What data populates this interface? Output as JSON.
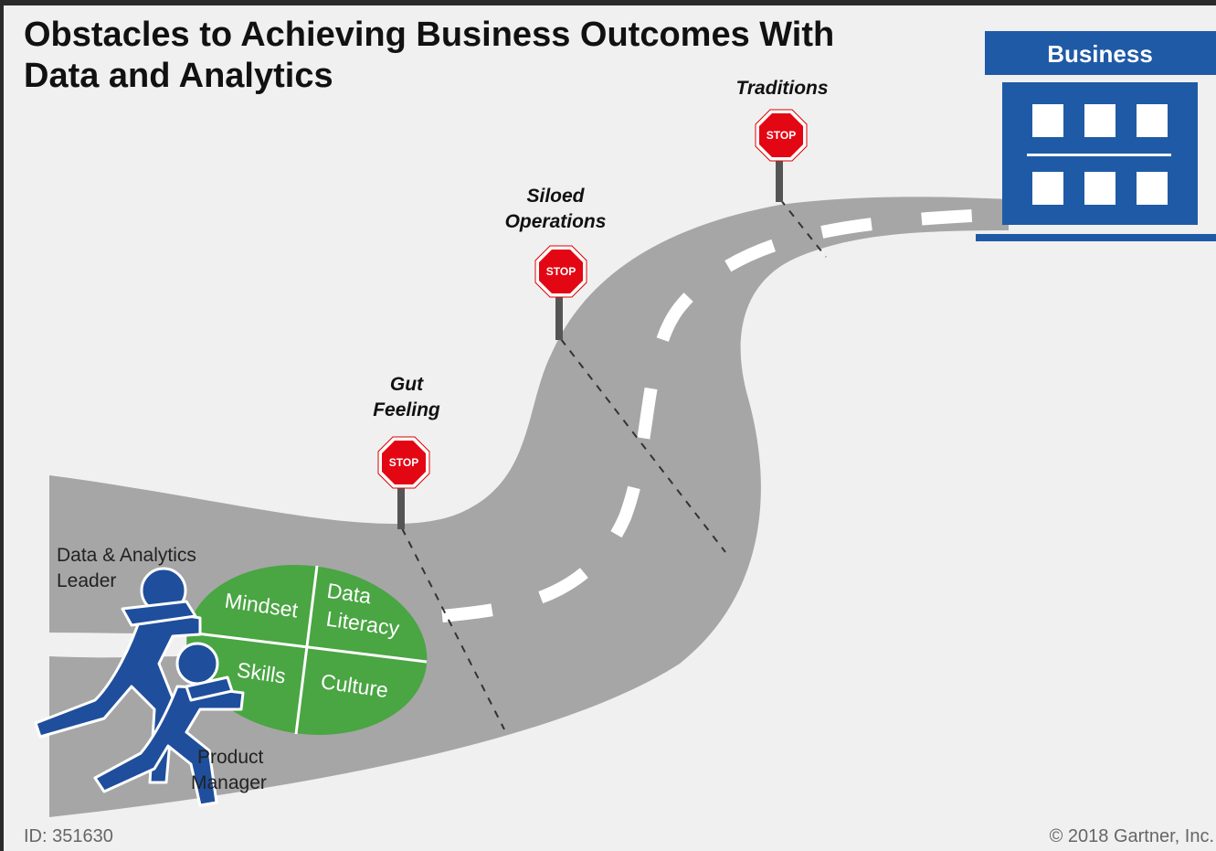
{
  "title": {
    "line1": "Obstacles to Achieving Business Outcomes With",
    "line2": "Data and Analytics"
  },
  "destination": {
    "label": "Business"
  },
  "obstacles": [
    {
      "line1": "Gut",
      "line2": "Feeling",
      "sign": "STOP"
    },
    {
      "line1": "Siloed",
      "line2": "Operations",
      "sign": "STOP"
    },
    {
      "line1": "Traditions",
      "line2": "",
      "sign": "STOP"
    }
  ],
  "wheel": {
    "quadrants": [
      "Mindset",
      "Data",
      "Literacy",
      "Skills",
      "Culture"
    ]
  },
  "roles": {
    "leader_line1": "Data & Analytics",
    "leader_line2": "Leader",
    "pm_line1": "Product",
    "pm_line2": "Manager"
  },
  "footer": {
    "id": "ID: 351630",
    "copyright": "© 2018 Gartner, Inc."
  },
  "colors": {
    "road": "#a6a6a6",
    "stop": "#e30613",
    "business": "#1f5aa6",
    "wheel": "#4aa543",
    "figure": "#1f4e9c"
  }
}
